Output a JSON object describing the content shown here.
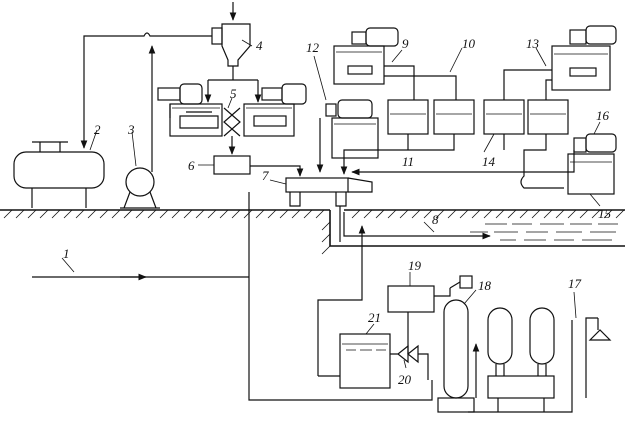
{
  "labels": {
    "l1": "1",
    "l2": "2",
    "l3": "3",
    "l4": "4",
    "l5": "5",
    "l6": "6",
    "l7": "7",
    "l8": "8",
    "l9": "9",
    "l10": "10",
    "l11": "11",
    "l12": "12",
    "l13": "13",
    "l14": "14",
    "l15": "15",
    "l16": "16",
    "l17": "17",
    "l18": "18",
    "l19": "19",
    "l20": "20",
    "l21": "21"
  }
}
